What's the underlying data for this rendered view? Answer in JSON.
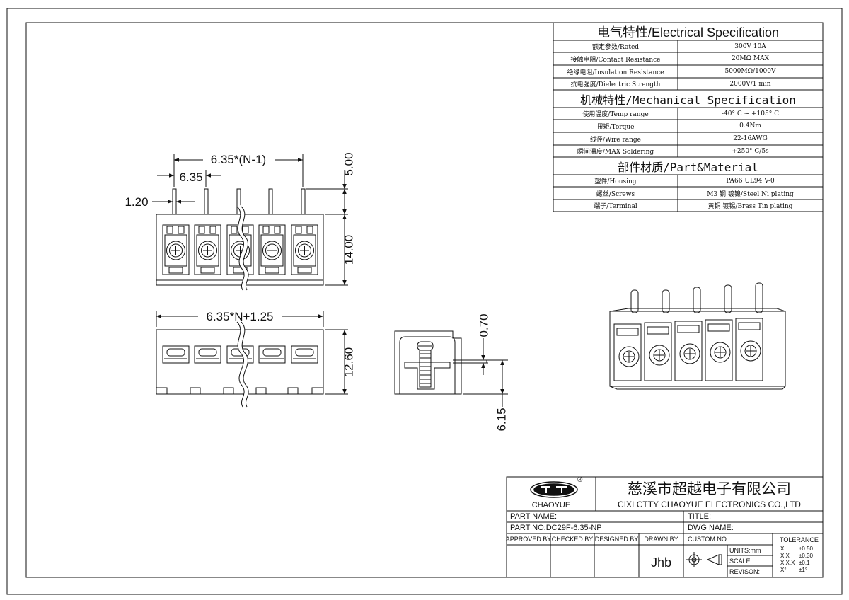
{
  "spec": {
    "electrical_title": "电气特性/Electrical Specification",
    "electrical_rows": [
      [
        "额定参数/Rated",
        "300V  10A"
      ],
      [
        "接触电阻/Contact Resistance",
        "20MΩ MAX"
      ],
      [
        "绝缘电阻/Insulation Resistance",
        "5000MΩ/1000V"
      ],
      [
        "抗电强度/Dielectric Strength",
        "2000V/1 min"
      ]
    ],
    "mechanical_title": "机械特性/Mechanical Specification",
    "mechanical_rows": [
      [
        "使用温度/Temp range",
        "-40° C ~ +105° C"
      ],
      [
        "扭矩/Torque",
        "0.4Nm"
      ],
      [
        "线径/Wire range",
        "22-16AWG"
      ],
      [
        "瞬间温度/MAX Soldering",
        "+250° C/5s"
      ]
    ],
    "material_title": "部件材质/Part&Material",
    "material_rows": [
      [
        "塑件/Housing",
        "PA66 UL94 V-0"
      ],
      [
        "螺丝/Screws",
        "M3 钢 镀镍/Steel Ni plating"
      ],
      [
        "端子/Terminal",
        "黄铜 镀锡/Brass Tin  plating"
      ]
    ]
  },
  "dimensions": {
    "pitch_total": "6.35*(N-1)",
    "pitch": "6.35",
    "pin_width": "1.20",
    "pin_height": "5.00",
    "body_height": "14.00",
    "overall_length": "6.35*N+1.25",
    "bottom_height": "12.60",
    "side_top": "0.70",
    "side_pin": "6.15"
  },
  "title_block": {
    "logo_text": "CHAOYUE",
    "registered": "®",
    "company_cn": "慈溪市超越电子有限公司",
    "company_en": "CIXI CTTY CHAOYUE ELECTRONICS CO.,LTD",
    "part_name_label": "PART NAME:",
    "title_label": "TITLE:",
    "part_no_label": "PART NO:DC29F-6.35-NP",
    "dwg_name_label": "DWG NAME:",
    "approved_by": "APPROVED BY",
    "checked_by": "CHECKED BY",
    "designed_by": "DESIGNED BY",
    "drawn_by": "DRAWN BY",
    "drawn_by_value": "Jhb",
    "custom_no": "CUSTOM NO:",
    "units": "UNITS:mm",
    "scale": "SCALE",
    "revision": "REVISON:",
    "tolerance_title": "TOLERANCE",
    "tolerance_rows": [
      [
        "X.",
        "±0.50"
      ],
      [
        "X.X",
        "±0.30"
      ],
      [
        "X.X.X",
        "±0.1"
      ],
      [
        "X°",
        "±1°"
      ]
    ]
  }
}
